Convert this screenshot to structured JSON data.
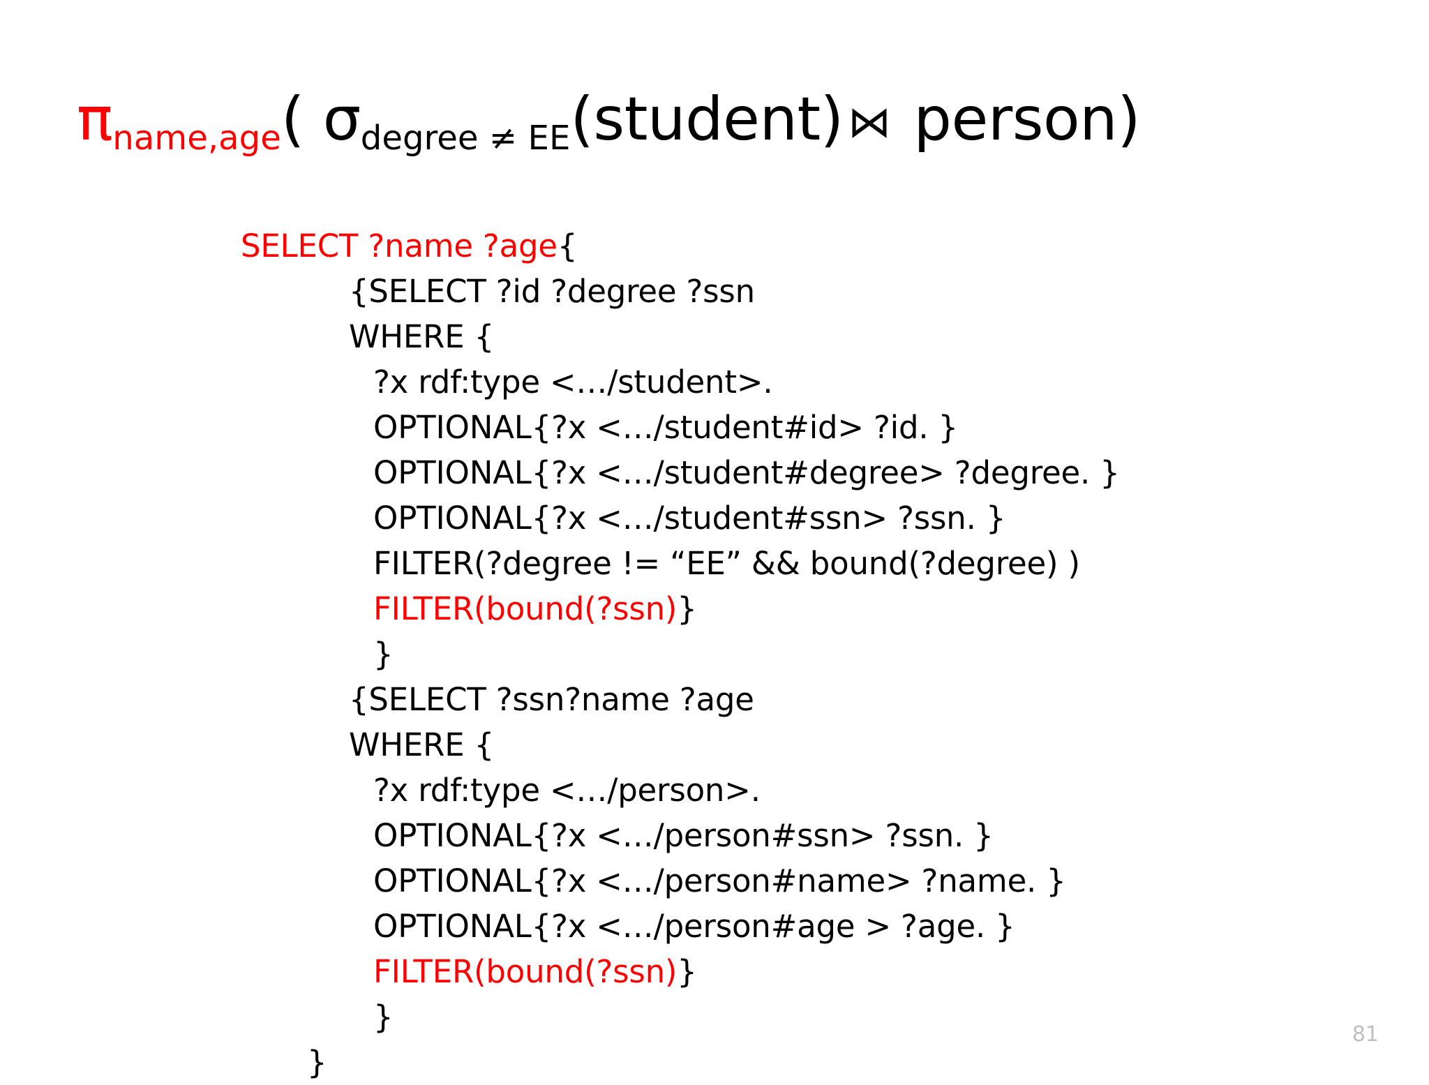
{
  "slide": {
    "background_color": "#FFFFFF",
    "accent_color": "#FF0000",
    "text_color": "#000000",
    "page_number": "81"
  },
  "title": {
    "full_text": "πname,age( σdegree ≠ EE(student) ⋈ person)",
    "projection_symbol": "π",
    "projection_subscript": "name,age",
    "open_paren": "( ",
    "selection_symbol": "σ",
    "selection_subscript_attr": "degree",
    "selection_subscript_op": " ≠ ",
    "selection_subscript_val": "EE",
    "selection_operand": "(student)",
    "join_symbol": "⋈",
    "join_operand": " person)"
  },
  "query": {
    "lines": [
      {
        "indent": "ind-0",
        "segments": [
          {
            "text": "SELECT ?name ?age",
            "color": "red"
          },
          {
            "text": "{",
            "color": "black"
          }
        ]
      },
      {
        "indent": "ind-1",
        "segments": [
          {
            "text": "{SELECT ?id ?degree ?ssn",
            "color": "black"
          }
        ]
      },
      {
        "indent": "ind-1",
        "segments": [
          {
            "text": "WHERE {",
            "color": "black"
          }
        ]
      },
      {
        "indent": "ind-2",
        "segments": [
          {
            "text": "?x rdf:type <…/student>.",
            "color": "black"
          }
        ]
      },
      {
        "indent": "ind-2",
        "segments": [
          {
            "text": "OPTIONAL{?x <…/student#id> ?id. }",
            "color": "black"
          }
        ]
      },
      {
        "indent": "ind-2",
        "segments": [
          {
            "text": "OPTIONAL{?x <…/student#degree> ?degree. }",
            "color": "black"
          }
        ]
      },
      {
        "indent": "ind-2",
        "segments": [
          {
            "text": "OPTIONAL{?x <…/student#ssn> ?ssn. }",
            "color": "black"
          }
        ]
      },
      {
        "indent": "ind-2",
        "segments": [
          {
            "text": "FILTER(?degree != “EE” && bound(?degree) )",
            "color": "black"
          }
        ]
      },
      {
        "indent": "ind-2",
        "segments": [
          {
            "text": "FILTER(bound(?ssn)",
            "color": "red"
          },
          {
            "text": "}",
            "color": "black"
          }
        ]
      },
      {
        "indent": "ind-2",
        "segments": [
          {
            "text": "}",
            "color": "black"
          }
        ]
      },
      {
        "indent": "ind-1",
        "segments": [
          {
            "text": "{SELECT ?ssn?name ?age",
            "color": "black"
          }
        ]
      },
      {
        "indent": "ind-1",
        "segments": [
          {
            "text": "WHERE {",
            "color": "black"
          }
        ]
      },
      {
        "indent": "ind-2",
        "segments": [
          {
            "text": "?x rdf:type <…/person>.",
            "color": "black"
          }
        ]
      },
      {
        "indent": "ind-2",
        "segments": [
          {
            "text": "OPTIONAL{?x <…/person#ssn> ?ssn. }",
            "color": "black"
          }
        ]
      },
      {
        "indent": "ind-2",
        "segments": [
          {
            "text": "OPTIONAL{?x <…/person#name> ?name. }",
            "color": "black"
          }
        ]
      },
      {
        "indent": "ind-2",
        "segments": [
          {
            "text": "OPTIONAL{?x <…/person#age > ?age. }",
            "color": "black"
          }
        ]
      },
      {
        "indent": "ind-2",
        "segments": [
          {
            "text": "FILTER(bound(?ssn)",
            "color": "red"
          },
          {
            "text": "}",
            "color": "black"
          }
        ]
      },
      {
        "indent": "ind-2",
        "segments": [
          {
            "text": "}",
            "color": "black"
          }
        ]
      },
      {
        "indent": "ind-3",
        "segments": [
          {
            "text": "}",
            "color": "black"
          }
        ]
      }
    ]
  }
}
